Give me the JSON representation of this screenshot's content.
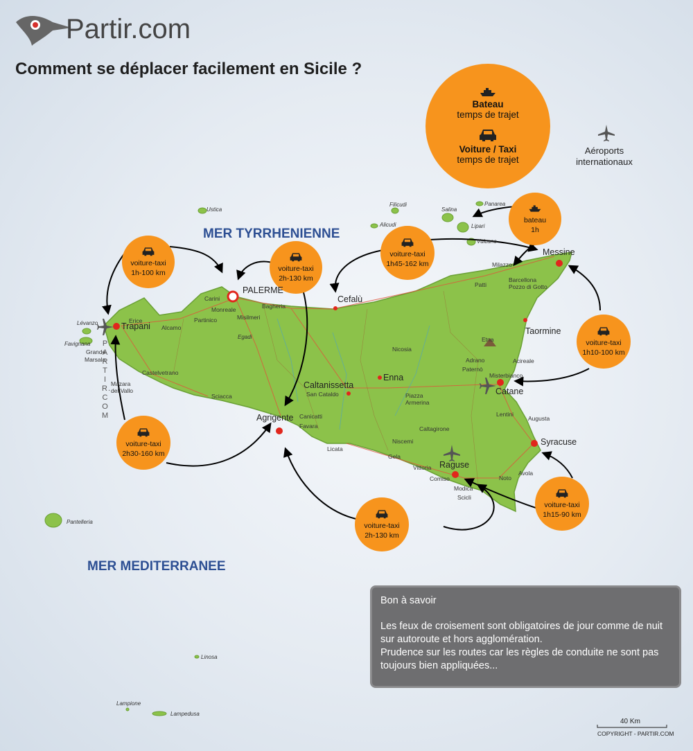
{
  "brand": {
    "name": "Partir.com"
  },
  "title": "Comment se déplacer facilement en Sicile ?",
  "seas": {
    "tyrrhenian": "MER TYRRHENIENNE",
    "mediterranean": "MER MEDITERRANEE"
  },
  "legend": {
    "boat_title": "Bateau",
    "boat_sub": "temps de trajet",
    "car_title": "Voiture / Taxi",
    "car_sub": "temps de trajet",
    "airport_line1": "Aéroports",
    "airport_line2": "internationaux"
  },
  "routes": [
    {
      "mode": "voiture-taxi",
      "time": "1h-100 km",
      "icon": "car-icon"
    },
    {
      "mode": "voiture-taxi",
      "time": "2h-130 km",
      "icon": "car-icon"
    },
    {
      "mode": "voiture-taxi",
      "time": "1h45-162 km",
      "icon": "car-icon"
    },
    {
      "mode": "bateau",
      "time": "1h",
      "icon": "boat-icon"
    },
    {
      "mode": "voiture-taxi",
      "time": "1h10-100 km",
      "icon": "car-icon"
    },
    {
      "mode": "voiture-taxi",
      "time": "1h15-90 km",
      "icon": "car-icon"
    },
    {
      "mode": "voiture-taxi",
      "time": "2h-130 km",
      "icon": "car-icon"
    },
    {
      "mode": "voiture-taxi",
      "time": "2h30-160 km",
      "icon": "car-icon"
    }
  ],
  "cities": {
    "palerme": "PALERME",
    "trapani": "Trapani",
    "messine": "Messine",
    "cefalu": "Cefalù",
    "taormine": "Taormine",
    "catane": "Catane",
    "syracuse": "Syracuse",
    "raguse": "Raguse",
    "agrigente": "Agrigente",
    "caltanissetta": "Caltanissetta",
    "enna": "Enna"
  },
  "towns": {
    "carini": "Carini",
    "monreale": "Monreale",
    "bagheria": "Bagheria",
    "partinico": "Partinico",
    "misilmeri": "Misilmeri",
    "erice": "Erice",
    "alcamo": "Alcamo",
    "egadi": "Egadi",
    "marsala": "Marsala",
    "castelvetrano": "Castelvetrano",
    "mazara": "Mazara\ndel Vallo",
    "sciacca": "Sciacca",
    "canicatti": "Canicatti",
    "favara": "Favara",
    "licata": "Licata",
    "gela": "Gela",
    "niscemi": "Niscemi",
    "caltagirone": "Caltagirone",
    "vittoria": "Vittoria",
    "comiso": "Comiso",
    "modica": "Modica",
    "scicli": "Scicli",
    "noto": "Noto",
    "avola": "Avola",
    "augusta": "Augusta",
    "lentini": "Lentini",
    "misterbianco": "Misterbianco",
    "paterno": "Paternò",
    "adrano": "Adrano",
    "acireale": "Acireale",
    "etna": "Etna",
    "nicosia": "Nicosia",
    "piazza_armerina": "Piazza\nArmerina",
    "san_cataldo": "San Cataldo",
    "milazzo": "Milazzo",
    "patti": "Patti",
    "barcellona": "Barcellona\nPozzo di Gotto"
  },
  "islands": {
    "ustica": "Ustica",
    "filicudi": "Filicudi",
    "salina": "Salina",
    "panarea": "Panarea",
    "alicudi": "Alicudi",
    "lipari": "Lipari",
    "vulcano": "Vulcano",
    "levanzo": "Lévanzo",
    "favignana": "Favignana",
    "grande": "Grande",
    "pantelleria": "Pantelleria",
    "linosa": "Linosa",
    "lampione": "Lampione",
    "lampedusa": "Lampedusa"
  },
  "info": {
    "title": "Bon à savoir",
    "p1": " Les feux de croisement sont obligatoires de jour comme de nuit sur autoroute et hors agglomération.",
    "p2": "Prudence sur les routes car les règles de conduite ne sont pas toujours bien appliquées..."
  },
  "watermark": "PARTIR.COM",
  "scale": "40 Km",
  "copyright": "COPYRIGHT - PARTIR.COM",
  "colors": {
    "land": "#8cc24a",
    "circle": "#f7941d",
    "sea_label": "#2d4f93",
    "city_dot": "#e1261c"
  }
}
